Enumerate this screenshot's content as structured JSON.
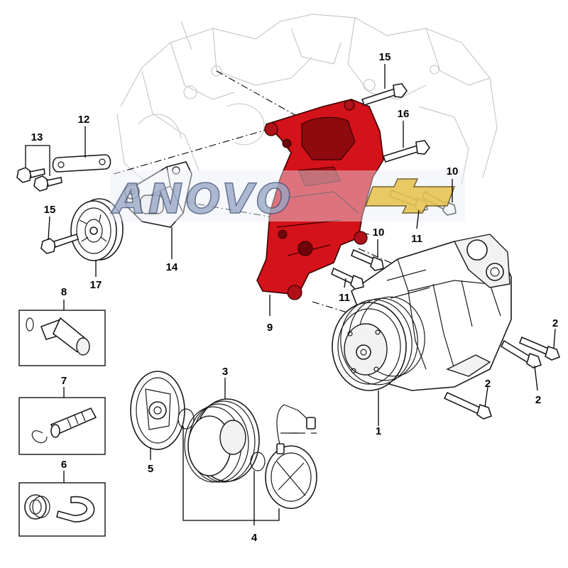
{
  "diagram": {
    "callouts": [
      {
        "id": "c1",
        "label": "1"
      },
      {
        "id": "c2a",
        "label": "2"
      },
      {
        "id": "c2b",
        "label": "2"
      },
      {
        "id": "c2c",
        "label": "2"
      },
      {
        "id": "c3",
        "label": "3"
      },
      {
        "id": "c4",
        "label": "4"
      },
      {
        "id": "c5",
        "label": "5"
      },
      {
        "id": "c6",
        "label": "6"
      },
      {
        "id": "c7",
        "label": "7"
      },
      {
        "id": "c8",
        "label": "8"
      },
      {
        "id": "c9",
        "label": "9"
      },
      {
        "id": "c10a",
        "label": "10"
      },
      {
        "id": "c10b",
        "label": "10"
      },
      {
        "id": "c11a",
        "label": "11"
      },
      {
        "id": "c11b",
        "label": "11"
      },
      {
        "id": "c12",
        "label": "12"
      },
      {
        "id": "c13",
        "label": "13"
      },
      {
        "id": "c14",
        "label": "14"
      },
      {
        "id": "c15a",
        "label": "15"
      },
      {
        "id": "c15b",
        "label": "15"
      },
      {
        "id": "c16",
        "label": "16"
      },
      {
        "id": "c17",
        "label": "17"
      }
    ],
    "highlight_color": "#d4121a",
    "watermark": {
      "text": "ANOVO",
      "logo": "chevrolet-bowtie-logo"
    }
  }
}
